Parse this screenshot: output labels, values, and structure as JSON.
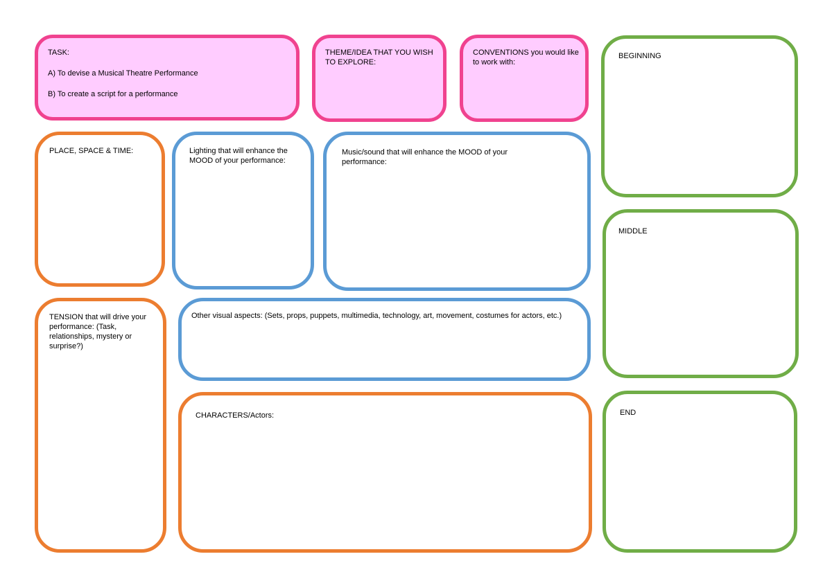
{
  "task": {
    "heading": "TASK:",
    "line_a": "A) To devise a Musical Theatre Performance",
    "line_b": "B) To create a script for a performance"
  },
  "theme": {
    "label": "THEME/IDEA THAT YOU WISH TO EXPLORE:"
  },
  "conventions": {
    "label": "CONVENTIONS you would like to work with:"
  },
  "beginning": {
    "label": "BEGINNING"
  },
  "middle": {
    "label": "MIDDLE"
  },
  "end": {
    "label": "END"
  },
  "place": {
    "label": "PLACE, SPACE & TIME:"
  },
  "lighting": {
    "label": "Lighting that will enhance the MOOD of your performance:"
  },
  "music": {
    "label": "Music/sound that will enhance the MOOD of your performance:"
  },
  "tension": {
    "label": "TENSION that will drive your performance: (Task, relationships, mystery or surprise?)"
  },
  "visual": {
    "label": "Other visual aspects: (Sets, props, puppets, multimedia, technology, art, movement, costumes for actors, etc.)"
  },
  "characters": {
    "label": "CHARACTERS/Actors:"
  },
  "colors": {
    "pink_border": "#f0428f",
    "pink_fill": "#ffccff",
    "orange": "#ec7d30",
    "blue": "#5b9bd5",
    "green": "#70ad47"
  }
}
